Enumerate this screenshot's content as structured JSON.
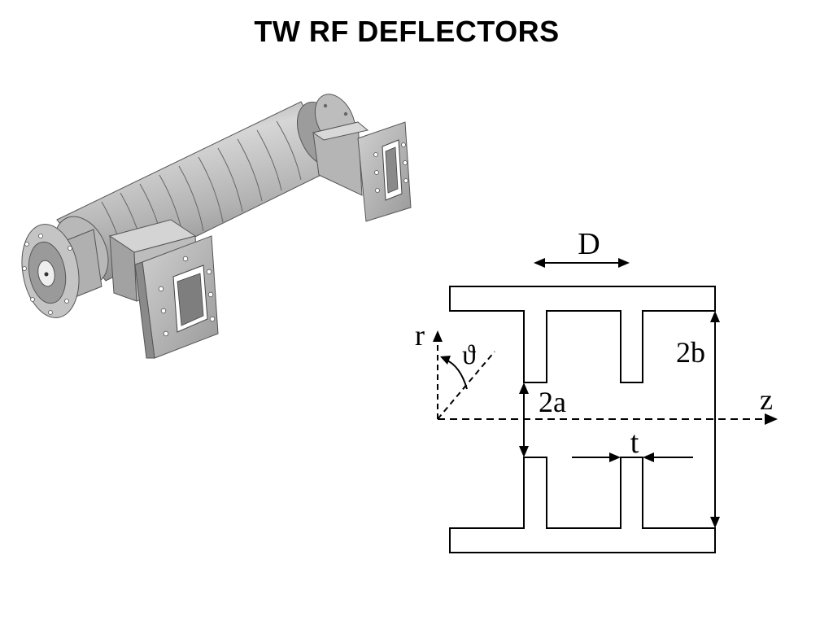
{
  "title": "TW RF DEFLECTORS",
  "diagram": {
    "labels": {
      "period": "D",
      "outer_diameter": "2b",
      "iris_aperture": "2a",
      "iris_thickness": "t",
      "radial_axis": "r",
      "longitudinal_axis": "z",
      "azimuth": "ϑ"
    }
  },
  "colors": {
    "metal_light": "#c9c9c9",
    "metal_mid": "#a9a9a9",
    "metal_dark": "#7a7a7a",
    "line": "#000000"
  }
}
